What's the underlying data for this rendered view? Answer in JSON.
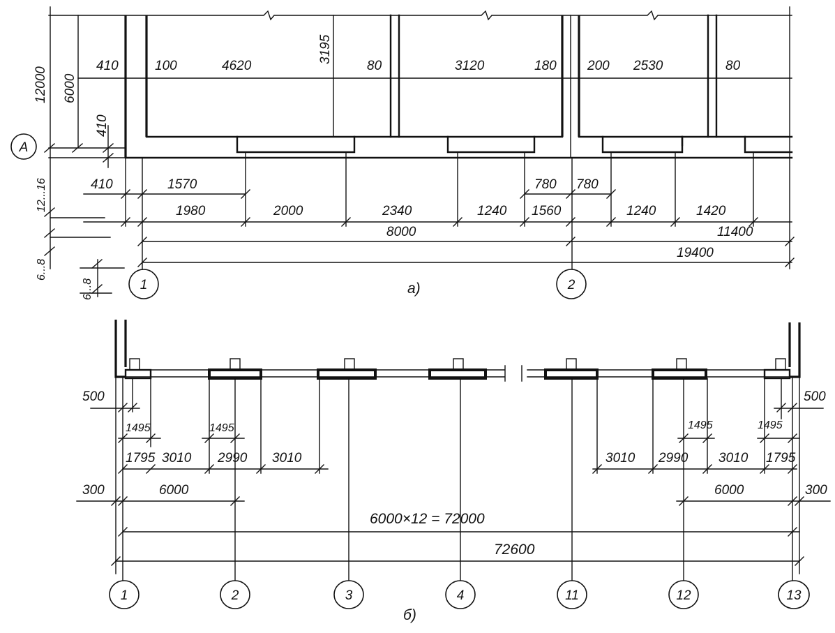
{
  "plan_a": {
    "caption": "a)",
    "axis_row": "A",
    "axis_cols": [
      "1",
      "2"
    ],
    "left_dims": [
      "12000",
      "6000",
      "410",
      "410",
      "410",
      "12...16",
      "6...8",
      "6...8"
    ],
    "top_dims": [
      "100",
      "4620",
      "3195",
      "80",
      "3120",
      "180",
      "200",
      "2530",
      "80"
    ],
    "bottom_row1": [
      "1570",
      "780",
      "780"
    ],
    "bottom_row2": [
      "1980",
      "2000",
      "2340",
      "1240",
      "1560",
      "1240",
      "1420"
    ],
    "bottom_row3": [
      "8000",
      "11400"
    ],
    "bottom_row4": [
      "19400"
    ]
  },
  "plan_b": {
    "caption": "б)",
    "axis_cols": [
      "1",
      "2",
      "3",
      "4",
      "11",
      "12",
      "13"
    ],
    "left_dims": [
      "500",
      "1495",
      "1495",
      "1795",
      "3010",
      "2990",
      "3010",
      "300",
      "6000"
    ],
    "right_dims": [
      "500",
      "1495",
      "1495",
      "3010",
      "2990",
      "3010",
      "1795",
      "6000",
      "300"
    ],
    "total_formula": "6000×12 = 72000",
    "total": "72600"
  }
}
